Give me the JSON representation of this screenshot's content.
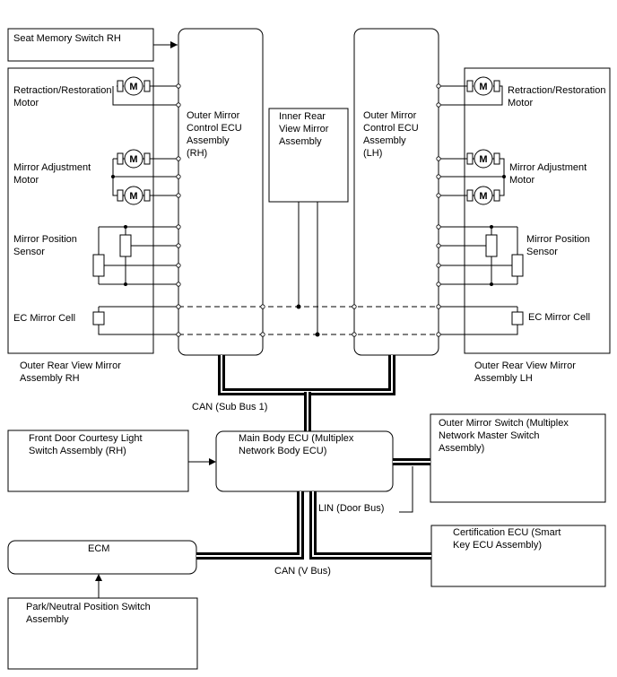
{
  "blocks": {
    "seat_memory_switch": [
      "Seat Memory Switch RH"
    ],
    "outer_mirror_ecu_rh": [
      "Outer Mirror",
      "Control ECU",
      "Assembly",
      "(RH)"
    ],
    "inner_rear_view_mirror": [
      "Inner Rear",
      "View Mirror",
      "Assembly"
    ],
    "outer_mirror_ecu_lh": [
      "Outer Mirror",
      "Control ECU",
      "Assembly",
      "(LH)"
    ],
    "outer_rear_view_mirror_rh": [
      "Outer Rear View Mirror",
      "Assembly RH"
    ],
    "outer_rear_view_mirror_lh": [
      "Outer Rear View Mirror",
      "Assembly LH"
    ],
    "front_door_courtesy_switch": [
      "Front Door Courtesy Light",
      "Switch Assembly (RH)"
    ],
    "main_body_ecu": [
      "Main Body ECU (Multiplex",
      "Network Body ECU)"
    ],
    "outer_mirror_switch": [
      "Outer Mirror Switch (Multiplex",
      "Network Master Switch",
      "Assembly)"
    ],
    "ecm": [
      "ECM"
    ],
    "certification_ecu": [
      "Certification ECU (Smart",
      "Key ECU Assembly)"
    ],
    "park_neutral_switch": [
      "Park/Neutral Position Switch",
      "Assembly"
    ]
  },
  "components": {
    "retraction_motor": [
      "Retraction/Restoration",
      "Motor"
    ],
    "mirror_adjustment_motor": [
      "Mirror Adjustment",
      "Motor"
    ],
    "mirror_position_sensor": [
      "Mirror Position",
      "Sensor"
    ],
    "ec_mirror_cell": [
      "EC Mirror Cell"
    ],
    "motor_symbol": "M"
  },
  "buses": {
    "can_sub_bus": "CAN (Sub Bus 1)",
    "lin_door_bus": "LIN (Door Bus)",
    "can_v_bus": "CAN (V Bus)"
  }
}
